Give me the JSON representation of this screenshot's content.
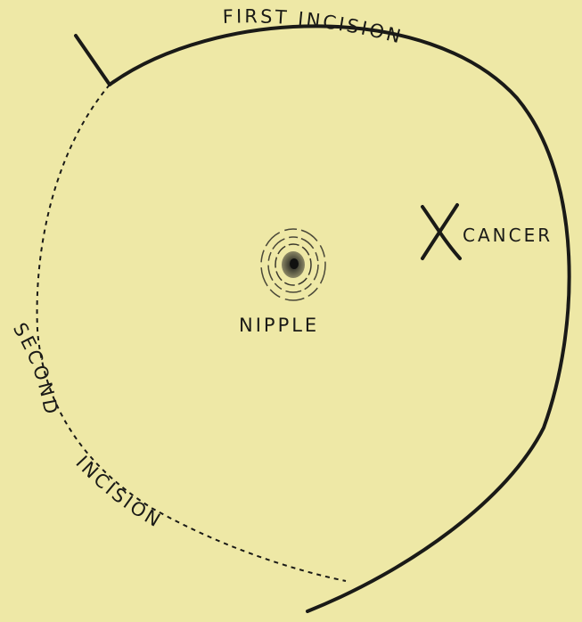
{
  "diagram": {
    "background_color": "#eee8a6",
    "ink_color": "#1a1a17",
    "labels": {
      "first_incision": "FIRST INCISION",
      "second_incision_line1": "SECOND",
      "second_incision_line2": "INCISION",
      "cancer": "CANCER",
      "cancer_mark": "X",
      "nipple": "NIPPLE"
    }
  }
}
